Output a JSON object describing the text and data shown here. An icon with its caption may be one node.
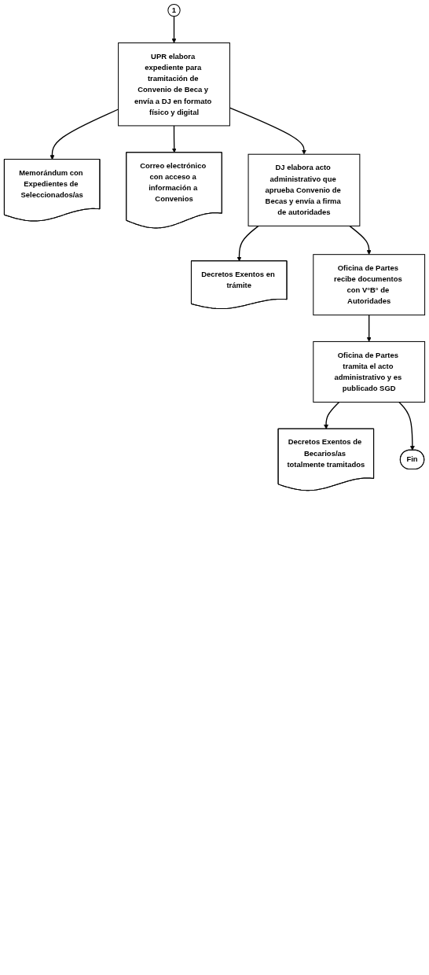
{
  "diagram": {
    "nodes": [
      {
        "text": [
          "1"
        ]
      },
      {
        "text": [
          "UPR elabora expediente para tramitación de Convenio de Beca y envía a DJ en formato físico y digital"
        ]
      },
      {
        "text": [
          "Memorándum con Expedientes de Seleccionados/as"
        ]
      },
      {
        "text": [
          "Correo electrónico con acceso a información a Convenios"
        ]
      },
      {
        "text": [
          "DJ elabora acto administrativo que aprueba Convenio de Becas y envía a firma de autoridades"
        ]
      },
      {
        "text": [
          "Decretos Exentos en trámite"
        ]
      },
      {
        "text": [
          "Oficina de Partes recibe documentos con V°B° de Autoridades"
        ]
      },
      {
        "text": [
          "Oficina de Partes tramita el acto administrativo y es publicado SGD"
        ]
      },
      {
        "text": [
          "Decretos Exentos de Becarios/as totalmente tramitados"
        ]
      },
      {
        "text": [
          "Fin"
        ]
      }
    ],
    "edges": [
      {
        "from": 0,
        "to": 1,
        "arrow": "to"
      },
      {
        "from": 1,
        "to": 2,
        "arrow": "to"
      },
      {
        "from": 1,
        "to": 3,
        "arrow": "to"
      },
      {
        "from": 1,
        "to": 4,
        "arrow": "to"
      },
      {
        "from": 4,
        "to": 5,
        "arrow": "to"
      },
      {
        "from": 4,
        "to": 6,
        "arrow": "to"
      },
      {
        "from": 6,
        "to": 7,
        "arrow": "to"
      },
      {
        "from": 7,
        "to": 8,
        "arrow": "to"
      },
      {
        "from": 7,
        "to": 9,
        "arrow": "to"
      }
    ]
  }
}
